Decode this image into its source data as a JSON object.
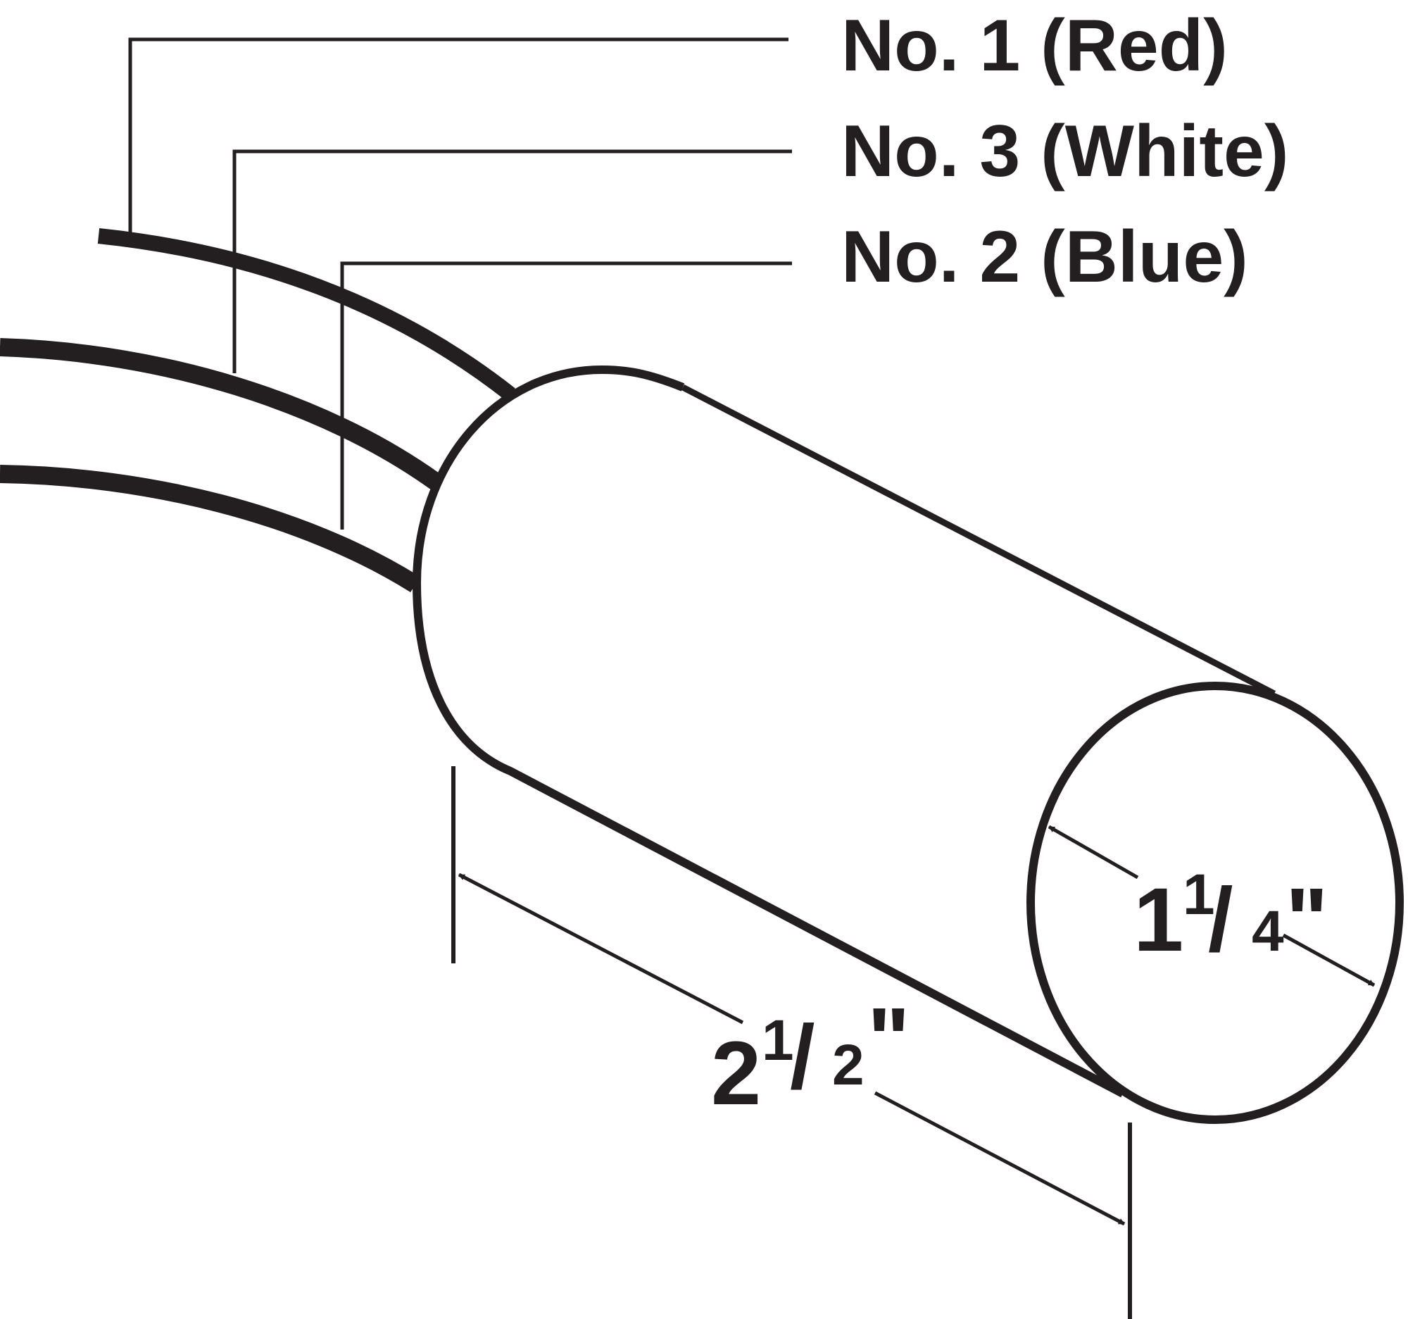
{
  "wire_labels": [
    {
      "text": "No. 1 (Red)"
    },
    {
      "text": "No. 3 (White)"
    },
    {
      "text": "No. 2 (Blue)"
    }
  ],
  "dimensions": {
    "diameter": {
      "whole": "1",
      "numerator": "1",
      "slash": "/",
      "denominator": "4",
      "unit": "\""
    },
    "length": {
      "whole": "2",
      "numerator": "1",
      "slash": "/",
      "denominator": "2",
      "unit": "\""
    }
  },
  "colors": {
    "ink": "#231f20",
    "background": "#ffffff"
  }
}
